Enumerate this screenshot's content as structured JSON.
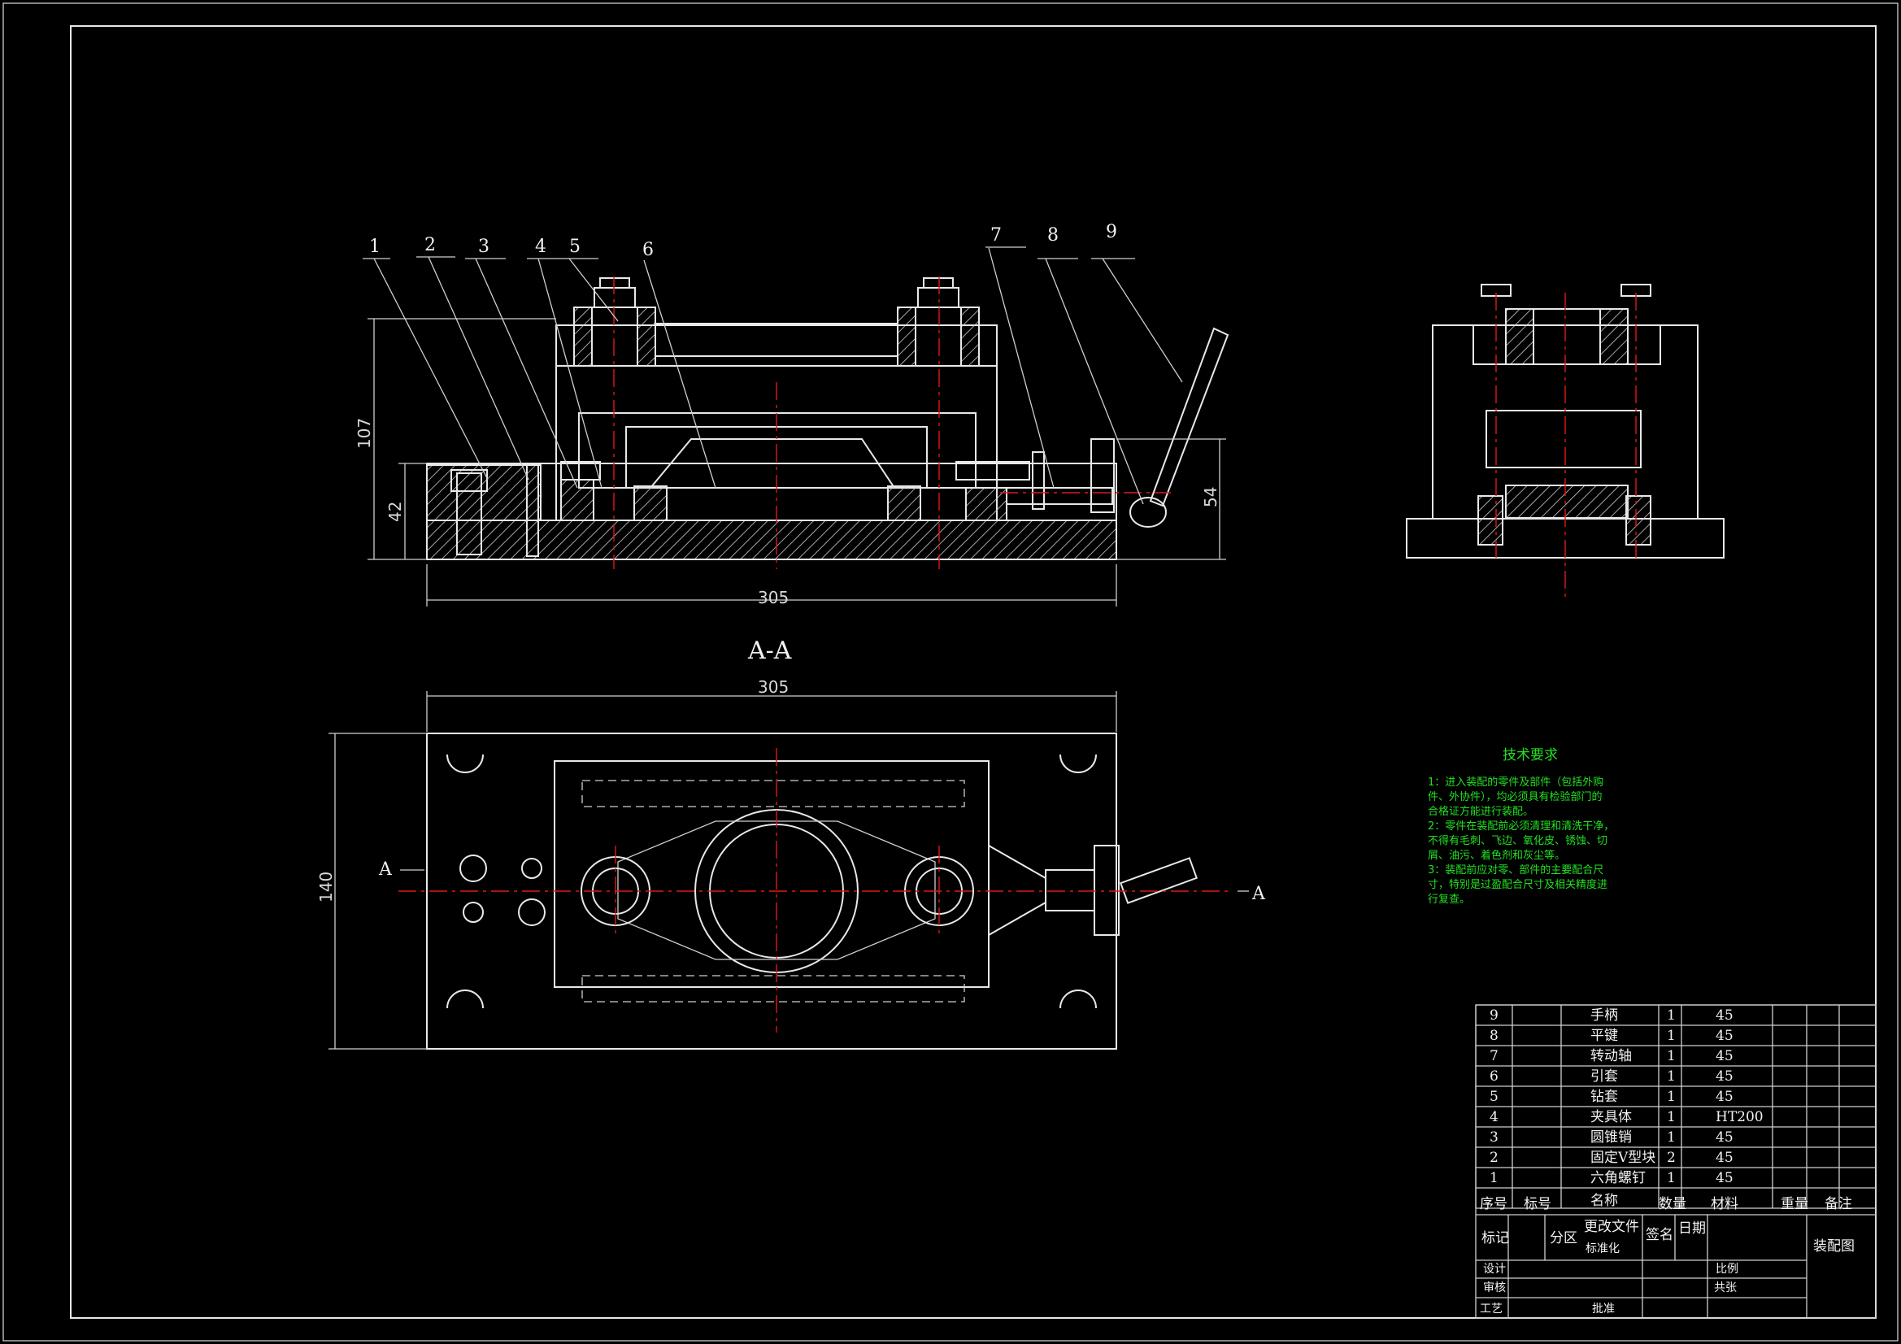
{
  "drawing": {
    "section_label": "A-A",
    "section_marker_left": "A",
    "section_marker_right": "A",
    "balloons": [
      "1",
      "2",
      "3",
      "4",
      "5",
      "6",
      "7",
      "8",
      "9"
    ],
    "dimensions": {
      "front_length": "305",
      "front_height": "107",
      "front_base": "42",
      "front_side": "54",
      "top_length": "305",
      "top_width": "140"
    }
  },
  "tech_req": {
    "title": "技术要求",
    "lines": [
      "1：进入装配的零件及部件（包括外购",
      "件、外协件），均必须具有检验部门的",
      "合格证方能进行装配。",
      "2：零件在装配前必须清理和清洗干净，",
      "不得有毛刺、飞边、氧化皮、锈蚀、切",
      "屑、油污、着色剂和灰尘等。",
      "3：装配前应对零、部件的主要配合尺",
      "寸，特别是过盈配合尺寸及相关精度进",
      "行复查。"
    ]
  },
  "bom": {
    "rows": [
      {
        "no": "9",
        "name": "手柄",
        "qty": "1",
        "material": "45"
      },
      {
        "no": "8",
        "name": "平键",
        "qty": "1",
        "material": "45"
      },
      {
        "no": "7",
        "name": "转动轴",
        "qty": "1",
        "material": "45"
      },
      {
        "no": "6",
        "name": "引套",
        "qty": "1",
        "material": "45"
      },
      {
        "no": "5",
        "name": "钻套",
        "qty": "1",
        "material": "45"
      },
      {
        "no": "4",
        "name": "夹具体",
        "qty": "1",
        "material": "HT200"
      },
      {
        "no": "3",
        "name": "圆锥销",
        "qty": "1",
        "material": "45"
      },
      {
        "no": "2",
        "name": "固定V型块",
        "qty": "2",
        "material": "45"
      },
      {
        "no": "1",
        "name": "六角螺钉",
        "qty": "1",
        "material": "45"
      }
    ],
    "header": {
      "no": "序号",
      "code": "标号",
      "name": "名称",
      "qty": "数量",
      "material": "材料",
      "weight": "重量",
      "remark": "备注"
    }
  },
  "title_block": {
    "mark": "标记",
    "zone": "分区",
    "change_doc": "更改文件",
    "sign": "签名",
    "date": "日期",
    "standardize": "标准化",
    "drawing_name": "装配图",
    "design": "设计",
    "check": "审核",
    "process": "工艺",
    "approve": "批准",
    "scale": "比例",
    "sheets": "共张"
  }
}
